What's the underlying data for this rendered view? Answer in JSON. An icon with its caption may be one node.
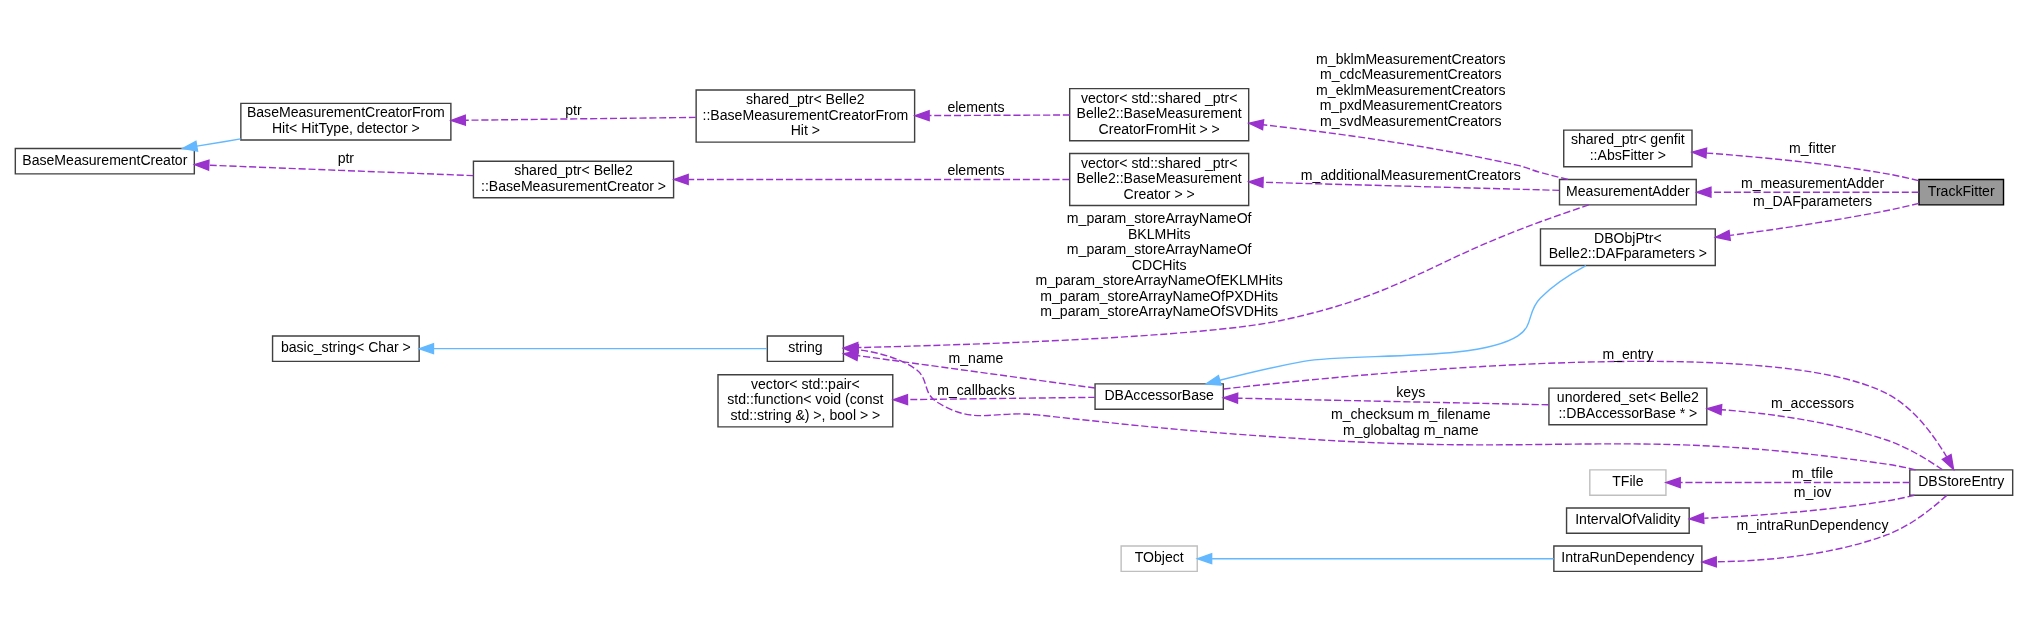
{
  "diagram": {
    "nodes": [
      {
        "text": [
          "TrackFitter"
        ]
      },
      {
        "text": [
          "shared_ptr< genfit ::AbsFitter >"
        ]
      },
      {
        "text": [
          "MeasurementAdder"
        ]
      },
      {
        "text": [
          "DBObjPtr< Belle2::DAFparameters >"
        ]
      },
      {
        "text": [
          "vector< std::shared _ptr< Belle2::BaseMeasurement CreatorFromHit > >"
        ]
      },
      {
        "text": [
          "vector< std::shared _ptr< Belle2::BaseMeasurement Creator > >"
        ]
      },
      {
        "text": [
          "string"
        ]
      },
      {
        "text": [
          "shared_ptr< Belle2 ::BaseMeasurementCreatorFrom Hit >"
        ]
      },
      {
        "text": [
          "shared_ptr< Belle2 ::BaseMeasurementCreator >"
        ]
      },
      {
        "text": [
          "BaseMeasurementCreatorFrom Hit< HitType, detector >"
        ]
      },
      {
        "text": [
          "BaseMeasurementCreator"
        ]
      },
      {
        "text": [
          "basic_string< Char >"
        ]
      },
      {
        "text": [
          "DBAccessorBase"
        ]
      },
      {
        "text": [
          "unordered_set< Belle2 ::DBAccessorBase * >"
        ]
      },
      {
        "text": [
          "TFile"
        ]
      },
      {
        "text": [
          "TObject"
        ]
      },
      {
        "text": [
          "IntraRunDependency"
        ]
      },
      {
        "text": [
          "IntervalOfValidity"
        ]
      },
      {
        "text": [
          "DBStoreEntry"
        ]
      },
      {
        "text": [
          "vector< std::pair< std::function< void (const std::string &) >, bool > >"
        ]
      }
    ],
    "edges": [
      {
        "from": 0,
        "to": 1,
        "arrow": "to",
        "label": "m_fitter",
        "style": "dashed"
      },
      {
        "from": 0,
        "to": 2,
        "arrow": "to",
        "label": "m_measurementAdder",
        "style": "dashed"
      },
      {
        "from": 0,
        "to": 3,
        "arrow": "to",
        "label": "m_DAFparameters",
        "style": "dashed"
      },
      {
        "from": 2,
        "to": 4,
        "arrow": "to",
        "label": "m_bklmMeasurementCreators m_cdcMeasurementCreators m_eklmMeasurementCreators m_pxdMeasurementCreators m_svdMeasurementCreators",
        "style": "dashed"
      },
      {
        "from": 2,
        "to": 5,
        "arrow": "to",
        "label": "m_additionalMeasurementCreators",
        "style": "dashed"
      },
      {
        "from": 2,
        "to": 6,
        "arrow": "to",
        "label": "m_param_storeArrayNameOf BKLMHits m_param_storeArrayNameOf CDCHits m_param_storeArrayNameOfEKLMHits m_param_storeArrayNameOfPXDHits m_param_storeArrayNameOfSVDHits",
        "style": "dashed"
      },
      {
        "from": 4,
        "to": 7,
        "arrow": "to",
        "label": "elements",
        "style": "dashed"
      },
      {
        "from": 5,
        "to": 8,
        "arrow": "to",
        "label": "elements",
        "style": "dashed"
      },
      {
        "from": 7,
        "to": 9,
        "arrow": "to",
        "label": "ptr",
        "style": "dashed"
      },
      {
        "from": 8,
        "to": 10,
        "arrow": "to",
        "label": "ptr",
        "style": "dashed"
      },
      {
        "from": 9,
        "to": 10,
        "arrow": "to",
        "color": "#63b8ff"
      },
      {
        "from": 3,
        "to": 12,
        "arrow": "to",
        "color": "#63b8ff"
      },
      {
        "from": 6,
        "to": 11,
        "arrow": "to",
        "color": "#63b8ff"
      },
      {
        "from": 12,
        "to": 6,
        "arrow": "to",
        "label": "m_name",
        "style": "dashed"
      },
      {
        "from": 13,
        "to": 12,
        "arrow": "to",
        "label": "keys",
        "style": "dashed"
      },
      {
        "from": 12,
        "to": 18,
        "arrow": "to",
        "label": "m_entry",
        "style": "dashed"
      },
      {
        "from": 12,
        "to": 19,
        "arrow": "to",
        "label": "m_callbacks",
        "style": "dashed"
      },
      {
        "from": 18,
        "to": 13,
        "arrow": "to",
        "label": "m_accessors",
        "style": "dashed"
      },
      {
        "from": 18,
        "to": 14,
        "arrow": "to",
        "label": "m_tfile",
        "style": "dashed"
      },
      {
        "from": 18,
        "to": 16,
        "arrow": "to",
        "label": "m_intraRunDependency",
        "style": "dashed"
      },
      {
        "from": 16,
        "to": 15,
        "arrow": "to",
        "color": "#63b8ff"
      },
      {
        "from": 18,
        "to": 17,
        "arrow": "to",
        "label": "m_iov",
        "style": "dashed"
      },
      {
        "from": 18,
        "to": 6,
        "arrow": "to",
        "label": "m_checksum m_filename m_globaltag m_name",
        "style": "dashed"
      }
    ]
  }
}
